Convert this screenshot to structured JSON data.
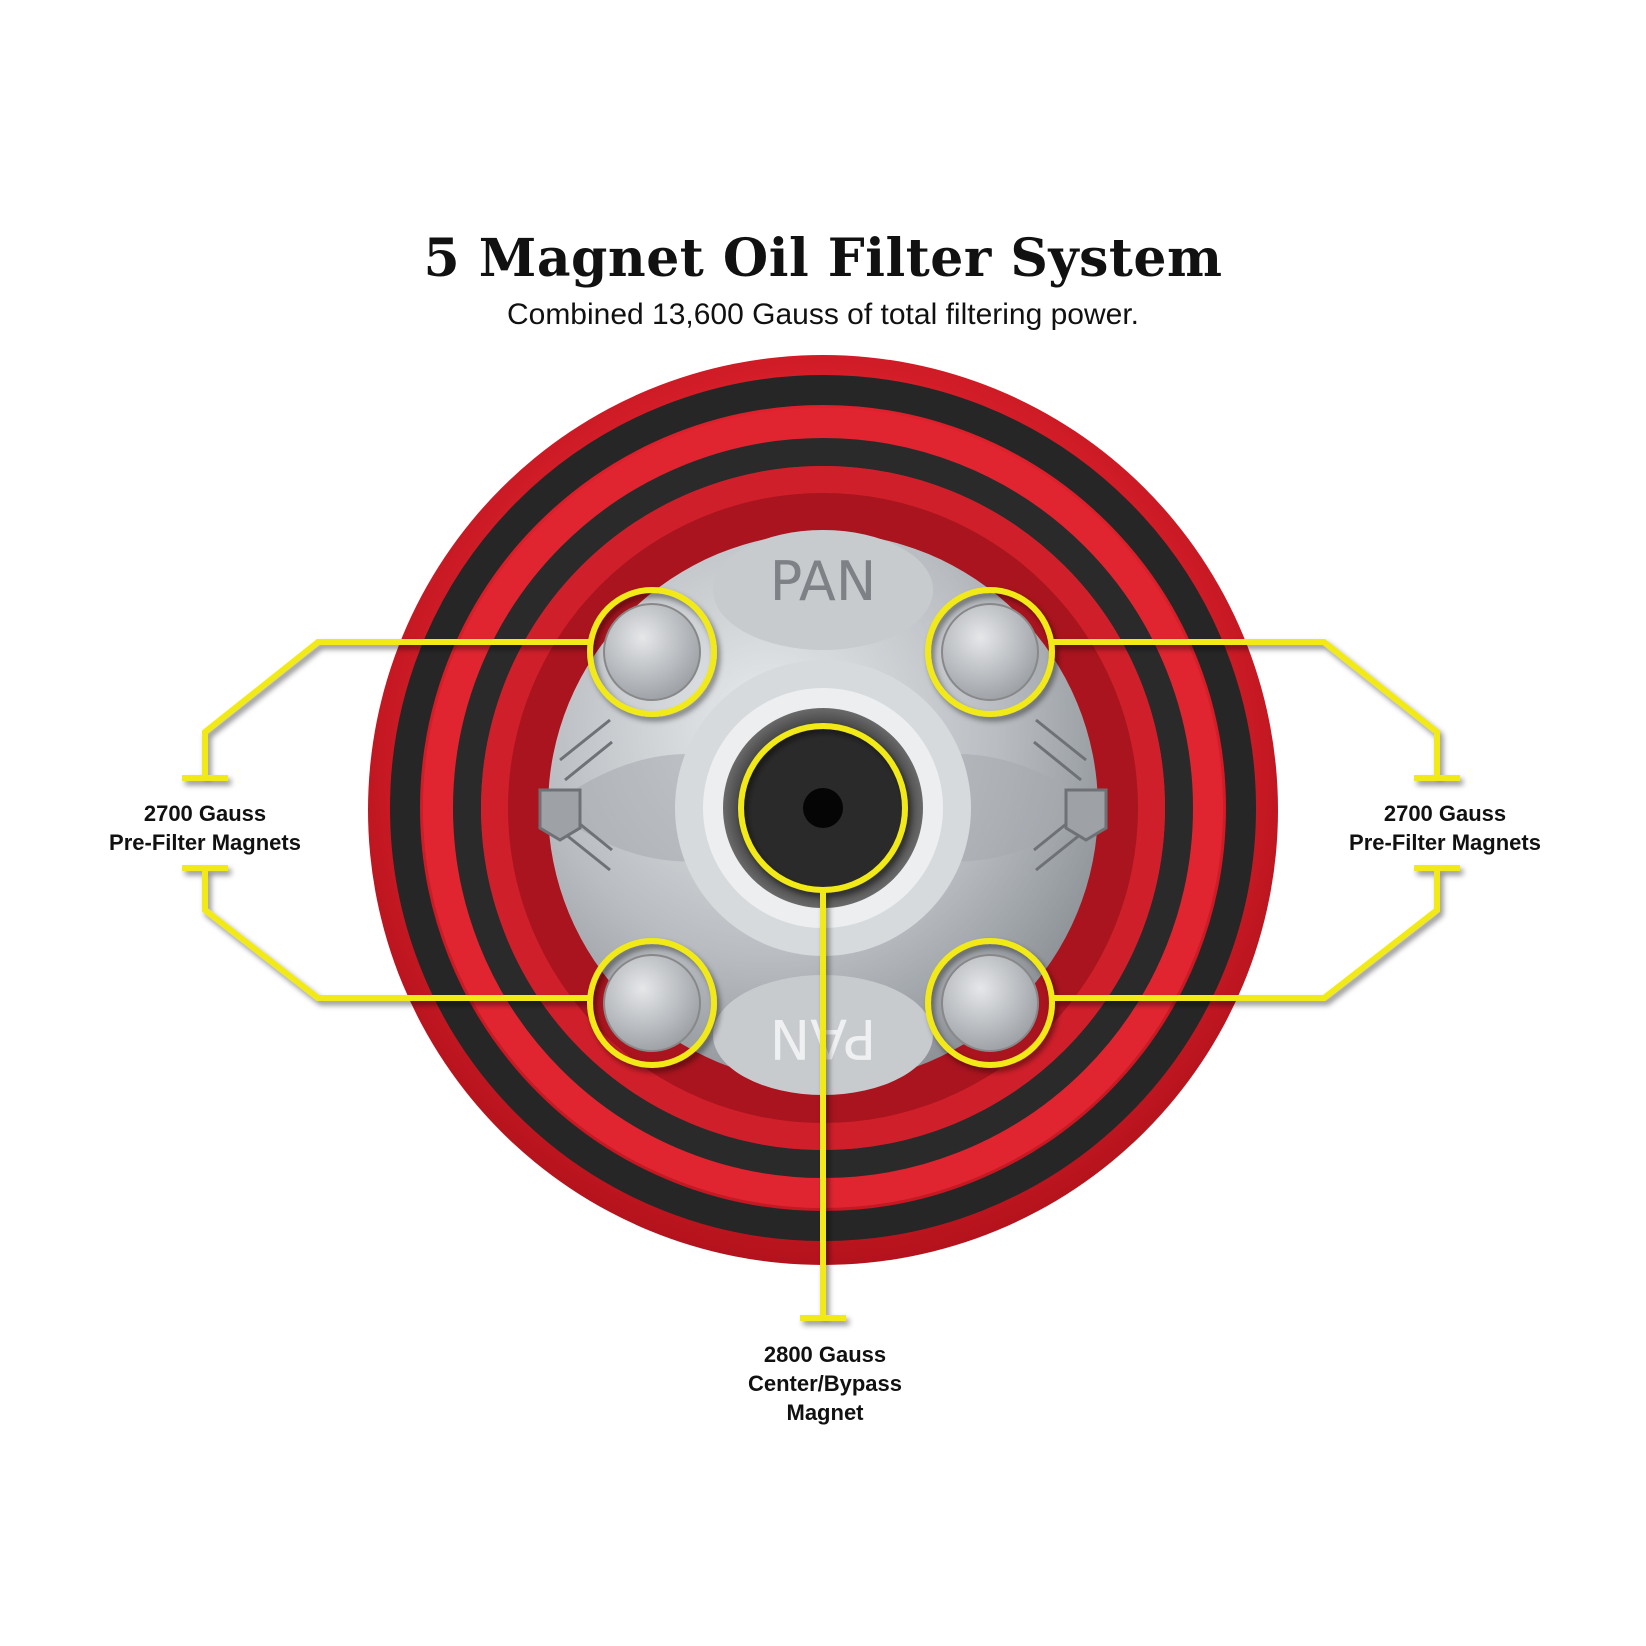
{
  "title": "5 Magnet Oil Filter System",
  "subtitle": "Combined 13,600 Gauss of total filtering power.",
  "engraving": "PAN",
  "callouts": {
    "left": {
      "line1": "2700 Gauss",
      "line2": "Pre-Filter Magnets"
    },
    "right": {
      "line1": "2700 Gauss",
      "line2": "Pre-Filter Magnets"
    },
    "center": {
      "line1": "2800 Gauss",
      "line2": "Center/Bypass",
      "line3": "Magnet"
    }
  },
  "colors": {
    "filter_red": "#d9242f",
    "gasket_black": "#2a2a2a",
    "plate_silver": "#b8bcc0",
    "callout_yellow": "#f2ea19"
  }
}
